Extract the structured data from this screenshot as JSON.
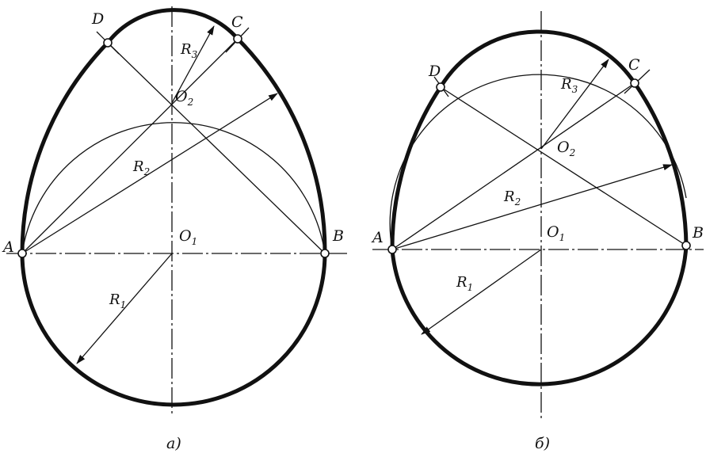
{
  "figures": [
    {
      "caption": "а)",
      "points": {
        "A": "A",
        "B": "B",
        "C": "C",
        "D": "D",
        "O1": "O",
        "O1_sub": "1",
        "O2": "O",
        "O2_sub": "2"
      },
      "radii": {
        "R1": "R",
        "R1_sub": "1",
        "R2": "R",
        "R2_sub": "2",
        "R3": "R",
        "R3_sub": "3"
      }
    },
    {
      "caption": "б)",
      "points": {
        "A": "A",
        "B": "B",
        "C": "C",
        "D": "D",
        "O1": "O",
        "O1_sub": "1",
        "O2": "O",
        "O2_sub": "2"
      },
      "radii": {
        "R1": "R",
        "R1_sub": "1",
        "R2": "R",
        "R2_sub": "2",
        "R3": "R",
        "R3_sub": "3"
      }
    }
  ]
}
